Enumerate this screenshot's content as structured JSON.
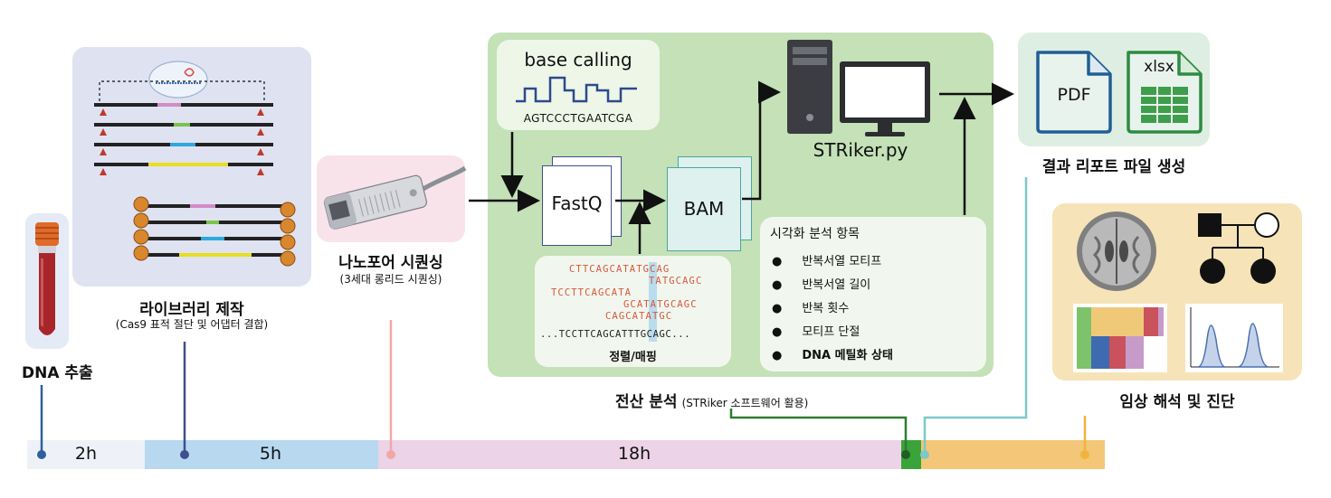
{
  "steps": {
    "dna": {
      "title": "DNA 추출"
    },
    "library": {
      "title": "라이브러리 제작",
      "subtitle": "(Cas9 표적 절단 및 어댑터 결합)"
    },
    "nanopore": {
      "title": "나노포어 시퀀싱",
      "subtitle": "(3세대 롱리드 시퀀싱)"
    },
    "compute": {
      "title": "전산 분석",
      "subtitle": "(STRiker 소프트웨어 활용)"
    },
    "report": {
      "title": "결과 리포트 파일 생성"
    },
    "clinical": {
      "title": "임상 해석 및 진단"
    }
  },
  "analysis": {
    "base_calling": {
      "title": "base calling",
      "sequence": "AGTCCCTGAATCGA"
    },
    "fastq": "FastQ",
    "bam": "BAM",
    "tool": "STRiker.py",
    "alignment": {
      "caption": "정렬/매핑",
      "reads": [
        "CTTCAGCATATGCAG",
        "TATGCAGC",
        "TCCTTCAGCATA",
        "GCATATGCAGC",
        "CAGCATATGC"
      ],
      "reference": "...TCCTTCAGCATTTGCAGC..."
    },
    "visualization": {
      "title": "시각화 분석 항목",
      "items": [
        "반복서열 모티프",
        "반복서열 길이",
        "반복 횟수",
        "모티프 단절",
        "DNA 메틸화 상태"
      ]
    }
  },
  "files": {
    "pdf": "PDF",
    "xlsx": "xlsx"
  },
  "timeline": {
    "segments": [
      {
        "label": "2h",
        "color": "#eef2f8"
      },
      {
        "label": "5h",
        "color": "#b7d8ef"
      },
      {
        "label": "18h",
        "color": "#ecd3e7"
      },
      {
        "label": "",
        "color": "#3aa33a"
      },
      {
        "label": "",
        "color": "#f3c777"
      }
    ]
  },
  "colors": {
    "dna": "#2f5f9e",
    "library": "#3f4f8f",
    "nanopore": "#f2a7a7",
    "compute": "#2e7d32",
    "report": "#7ec8c8",
    "clinical": "#f0b43c",
    "analysis_bg": "#c4e1b7",
    "panel_purple": "#dfe2f1",
    "panel_pink": "#f9e3ea",
    "panel_report": "#dfeee3",
    "panel_clinical": "#f6e3b8"
  }
}
